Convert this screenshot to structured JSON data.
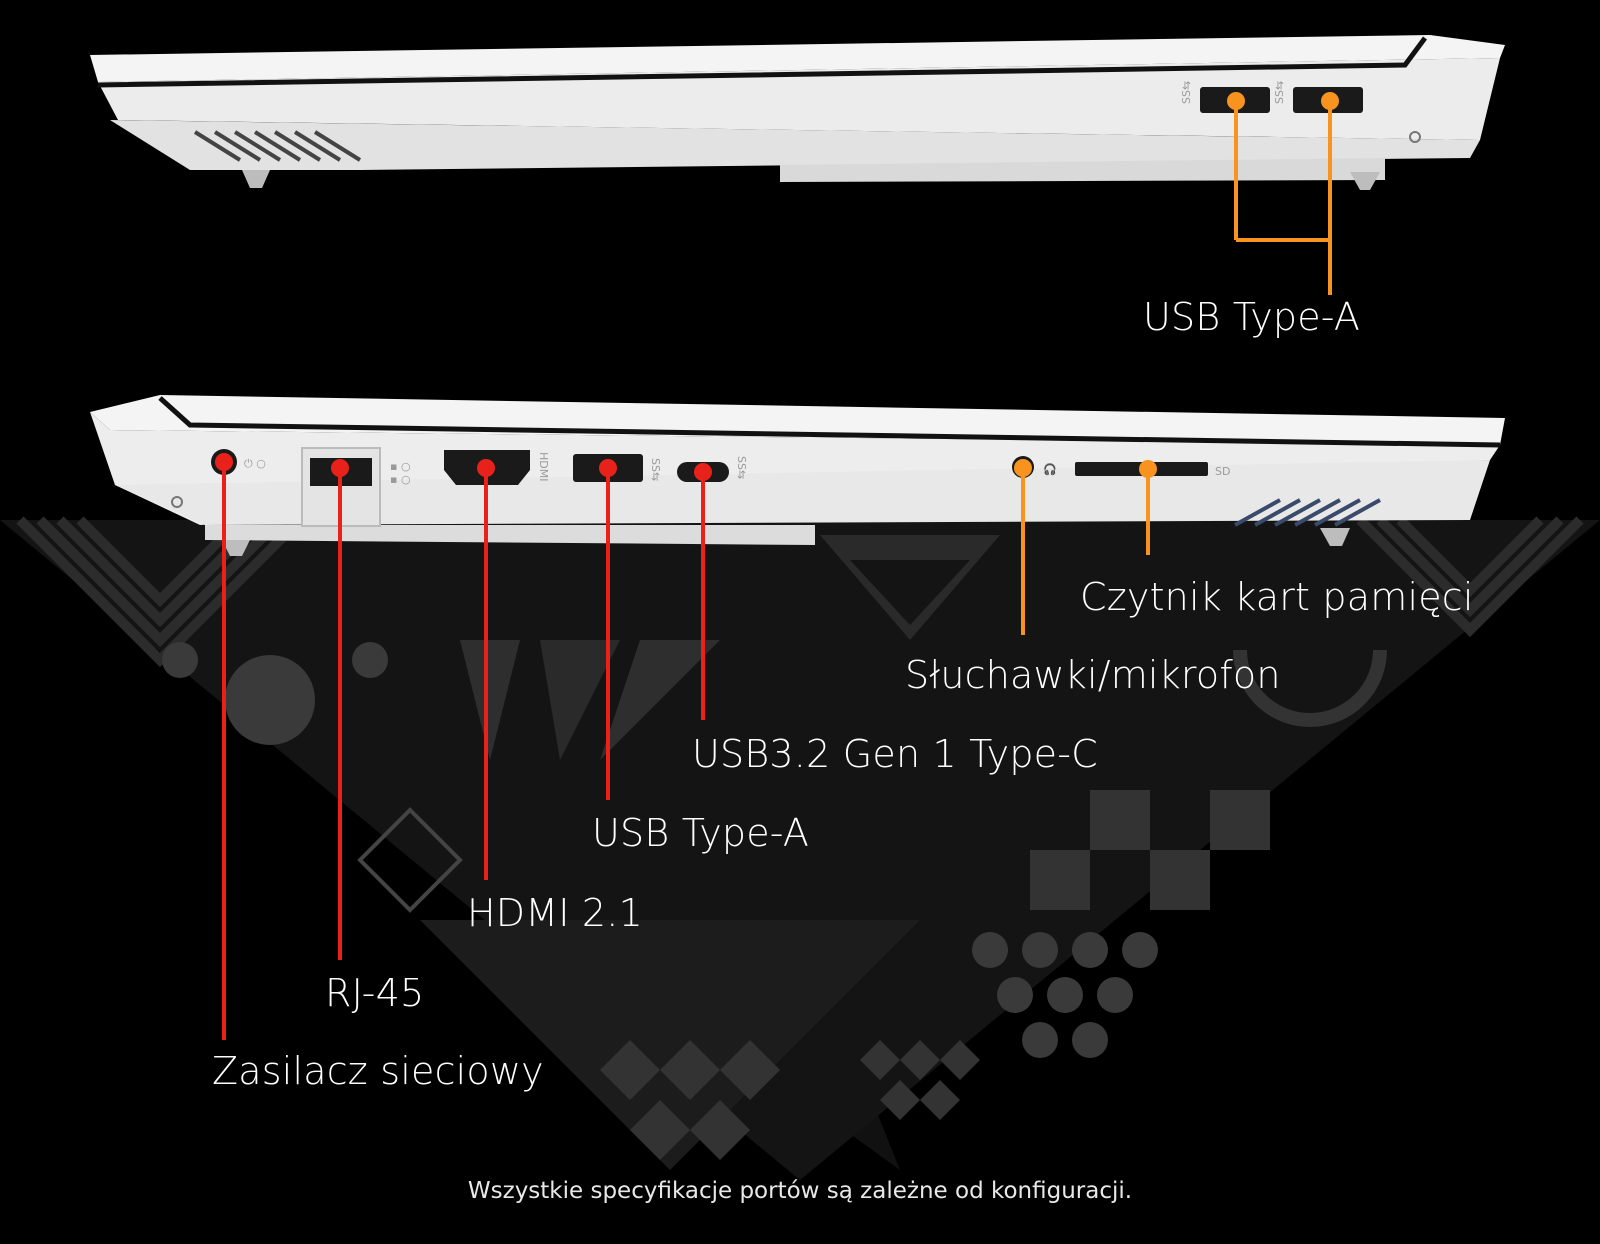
{
  "colors": {
    "background": "#000000",
    "chassis": "#f2f2f2",
    "chassis_shadow": "#c9c9c9",
    "callout_orange": "#f7931e",
    "callout_red": "#e8221a",
    "pattern": "#2b2b2b"
  },
  "top_view": {
    "callouts": [
      {
        "id": "usb-a-right",
        "label": "USB Type-A"
      }
    ]
  },
  "bottom_view": {
    "callouts": [
      {
        "id": "sd-reader",
        "label": "Czytnik kart pamięci"
      },
      {
        "id": "audio-jack",
        "label": "Słuchawki/mikrofon"
      },
      {
        "id": "usb-c",
        "label": "USB3.2 Gen 1 Type-C"
      },
      {
        "id": "usb-a-left",
        "label": "USB Type-A"
      },
      {
        "id": "hdmi",
        "label": "HDMI 2.1"
      },
      {
        "id": "rj45",
        "label": "RJ-45"
      },
      {
        "id": "power",
        "label": "Zasilacz sieciowy"
      }
    ],
    "sd_slot_mark": "SD"
  },
  "footnote": "Wszystkie specyfikacje portów są zależne od konfiguracji."
}
